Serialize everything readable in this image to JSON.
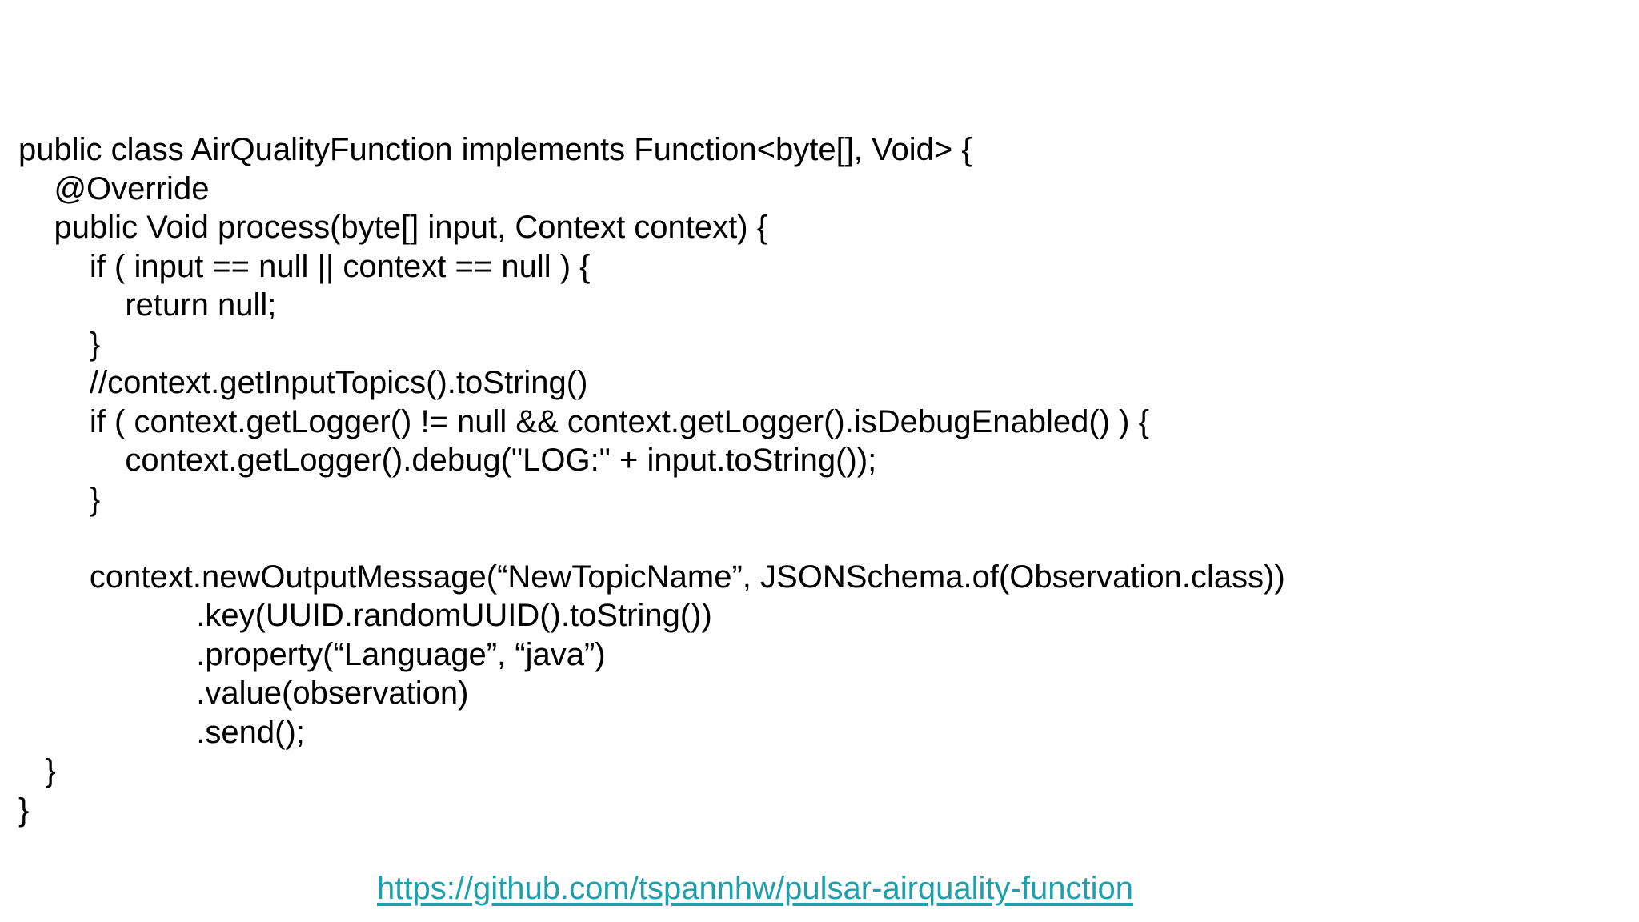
{
  "page": {
    "background_color": "#ffffff",
    "text_color": "#000000"
  },
  "code_block": {
    "language": "java",
    "text": "public class AirQualityFunction implements Function<byte[], Void> {\n    @Override\n    public Void process(byte[] input, Context context) {\n        if ( input == null || context == null ) {\n            return null;\n        }\n        //context.getInputTopics().toString()\n        if ( context.getLogger() != null && context.getLogger().isDebugEnabled() ) {\n            context.getLogger().debug(\"LOG:\" + input.toString());\n        }\n\n        context.newOutputMessage(“NewTopicName”, JSONSchema.of(Observation.class))\n                    .key(UUID.randomUUID().toString())\n                    .property(“Language”, “java”)\n                    .value(observation)\n                    .send();\n   }\n}"
  },
  "footer_link": {
    "text": "https://github.com/tspannhw/pulsar-airquality-function",
    "href": "https://github.com/tspannhw/pulsar-airquality-function",
    "color": "#1ea0ac"
  }
}
